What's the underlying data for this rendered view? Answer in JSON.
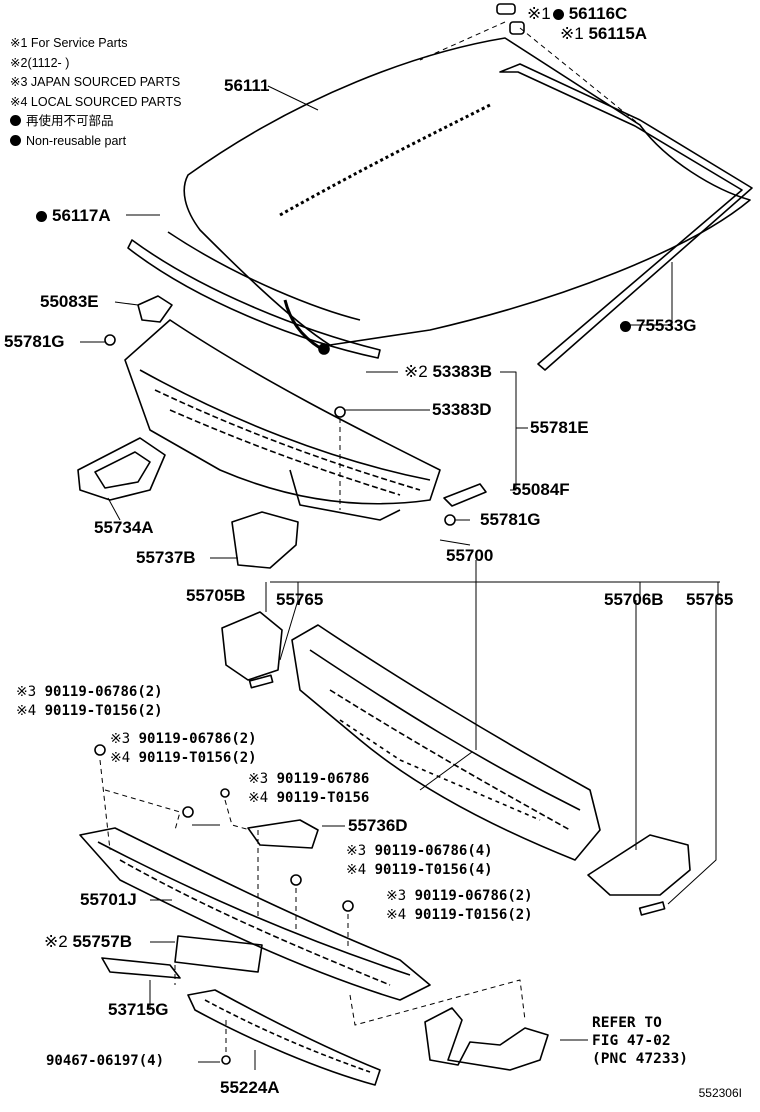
{
  "legend": {
    "items": [
      {
        "mark": "※1",
        "text": "For Service Parts"
      },
      {
        "mark": "※2",
        "text": "(1112-       )"
      },
      {
        "mark": "※3",
        "text": "JAPAN SOURCED PARTS"
      },
      {
        "mark": "※4",
        "text": "LOCAL SOURCED PARTS"
      },
      {
        "mark": "●",
        "text": "再使用不可部品"
      },
      {
        "mark": "●",
        "text": "Non-reusable part"
      }
    ]
  },
  "parts": {
    "p56116C": {
      "mark": "※1",
      "code": "56116C"
    },
    "p56115A": {
      "mark": "※1",
      "code": "56115A"
    },
    "p56111": {
      "code": "56111"
    },
    "p56117A": {
      "code": "56117A"
    },
    "p75533G": {
      "code": "75533G"
    },
    "p55083E": {
      "code": "55083E"
    },
    "p55781G_a": {
      "code": "55781G"
    },
    "p53383B": {
      "mark": "※2",
      "code": "53383B"
    },
    "p53383D": {
      "code": "53383D"
    },
    "p55781E": {
      "code": "55781E"
    },
    "p55084F": {
      "code": "55084F"
    },
    "p55781G_b": {
      "code": "55781G"
    },
    "p55734A": {
      "code": "55734A"
    },
    "p55737B": {
      "code": "55737B"
    },
    "p55700": {
      "code": "55700"
    },
    "p55705B": {
      "code": "55705B"
    },
    "p55765_a": {
      "code": "55765"
    },
    "p55706B": {
      "code": "55706B"
    },
    "p55765_b": {
      "code": "55765"
    },
    "p55736D": {
      "code": "55736D"
    },
    "p55701J": {
      "code": "55701J"
    },
    "p55757B": {
      "mark": "※2",
      "code": "55757B"
    },
    "p53715G": {
      "code": "53715G"
    },
    "p55224A": {
      "code": "55224A"
    },
    "p90467": {
      "code": "90467-06197(4)"
    }
  },
  "bolts": {
    "b1": {
      "mark": "※3",
      "code": "90119-06786(2)"
    },
    "b2": {
      "mark": "※4",
      "code": "90119-T0156(2)"
    },
    "b3": {
      "mark": "※3",
      "code": "90119-06786(2)"
    },
    "b4": {
      "mark": "※4",
      "code": "90119-T0156(2)"
    },
    "b5": {
      "mark": "※3",
      "code": "90119-06786"
    },
    "b6": {
      "mark": "※4",
      "code": "90119-T0156"
    },
    "b7": {
      "mark": "※3",
      "code": "90119-06786(4)"
    },
    "b8": {
      "mark": "※4",
      "code": "90119-T0156(4)"
    },
    "b9": {
      "mark": "※3",
      "code": "90119-06786(2)"
    },
    "b10": {
      "mark": "※4",
      "code": "90119-T0156(2)"
    }
  },
  "reference": {
    "line1": "REFER TO",
    "line2": "FIG 47-02",
    "line3": "(PNC 47233)"
  },
  "figure_number": "552306I"
}
